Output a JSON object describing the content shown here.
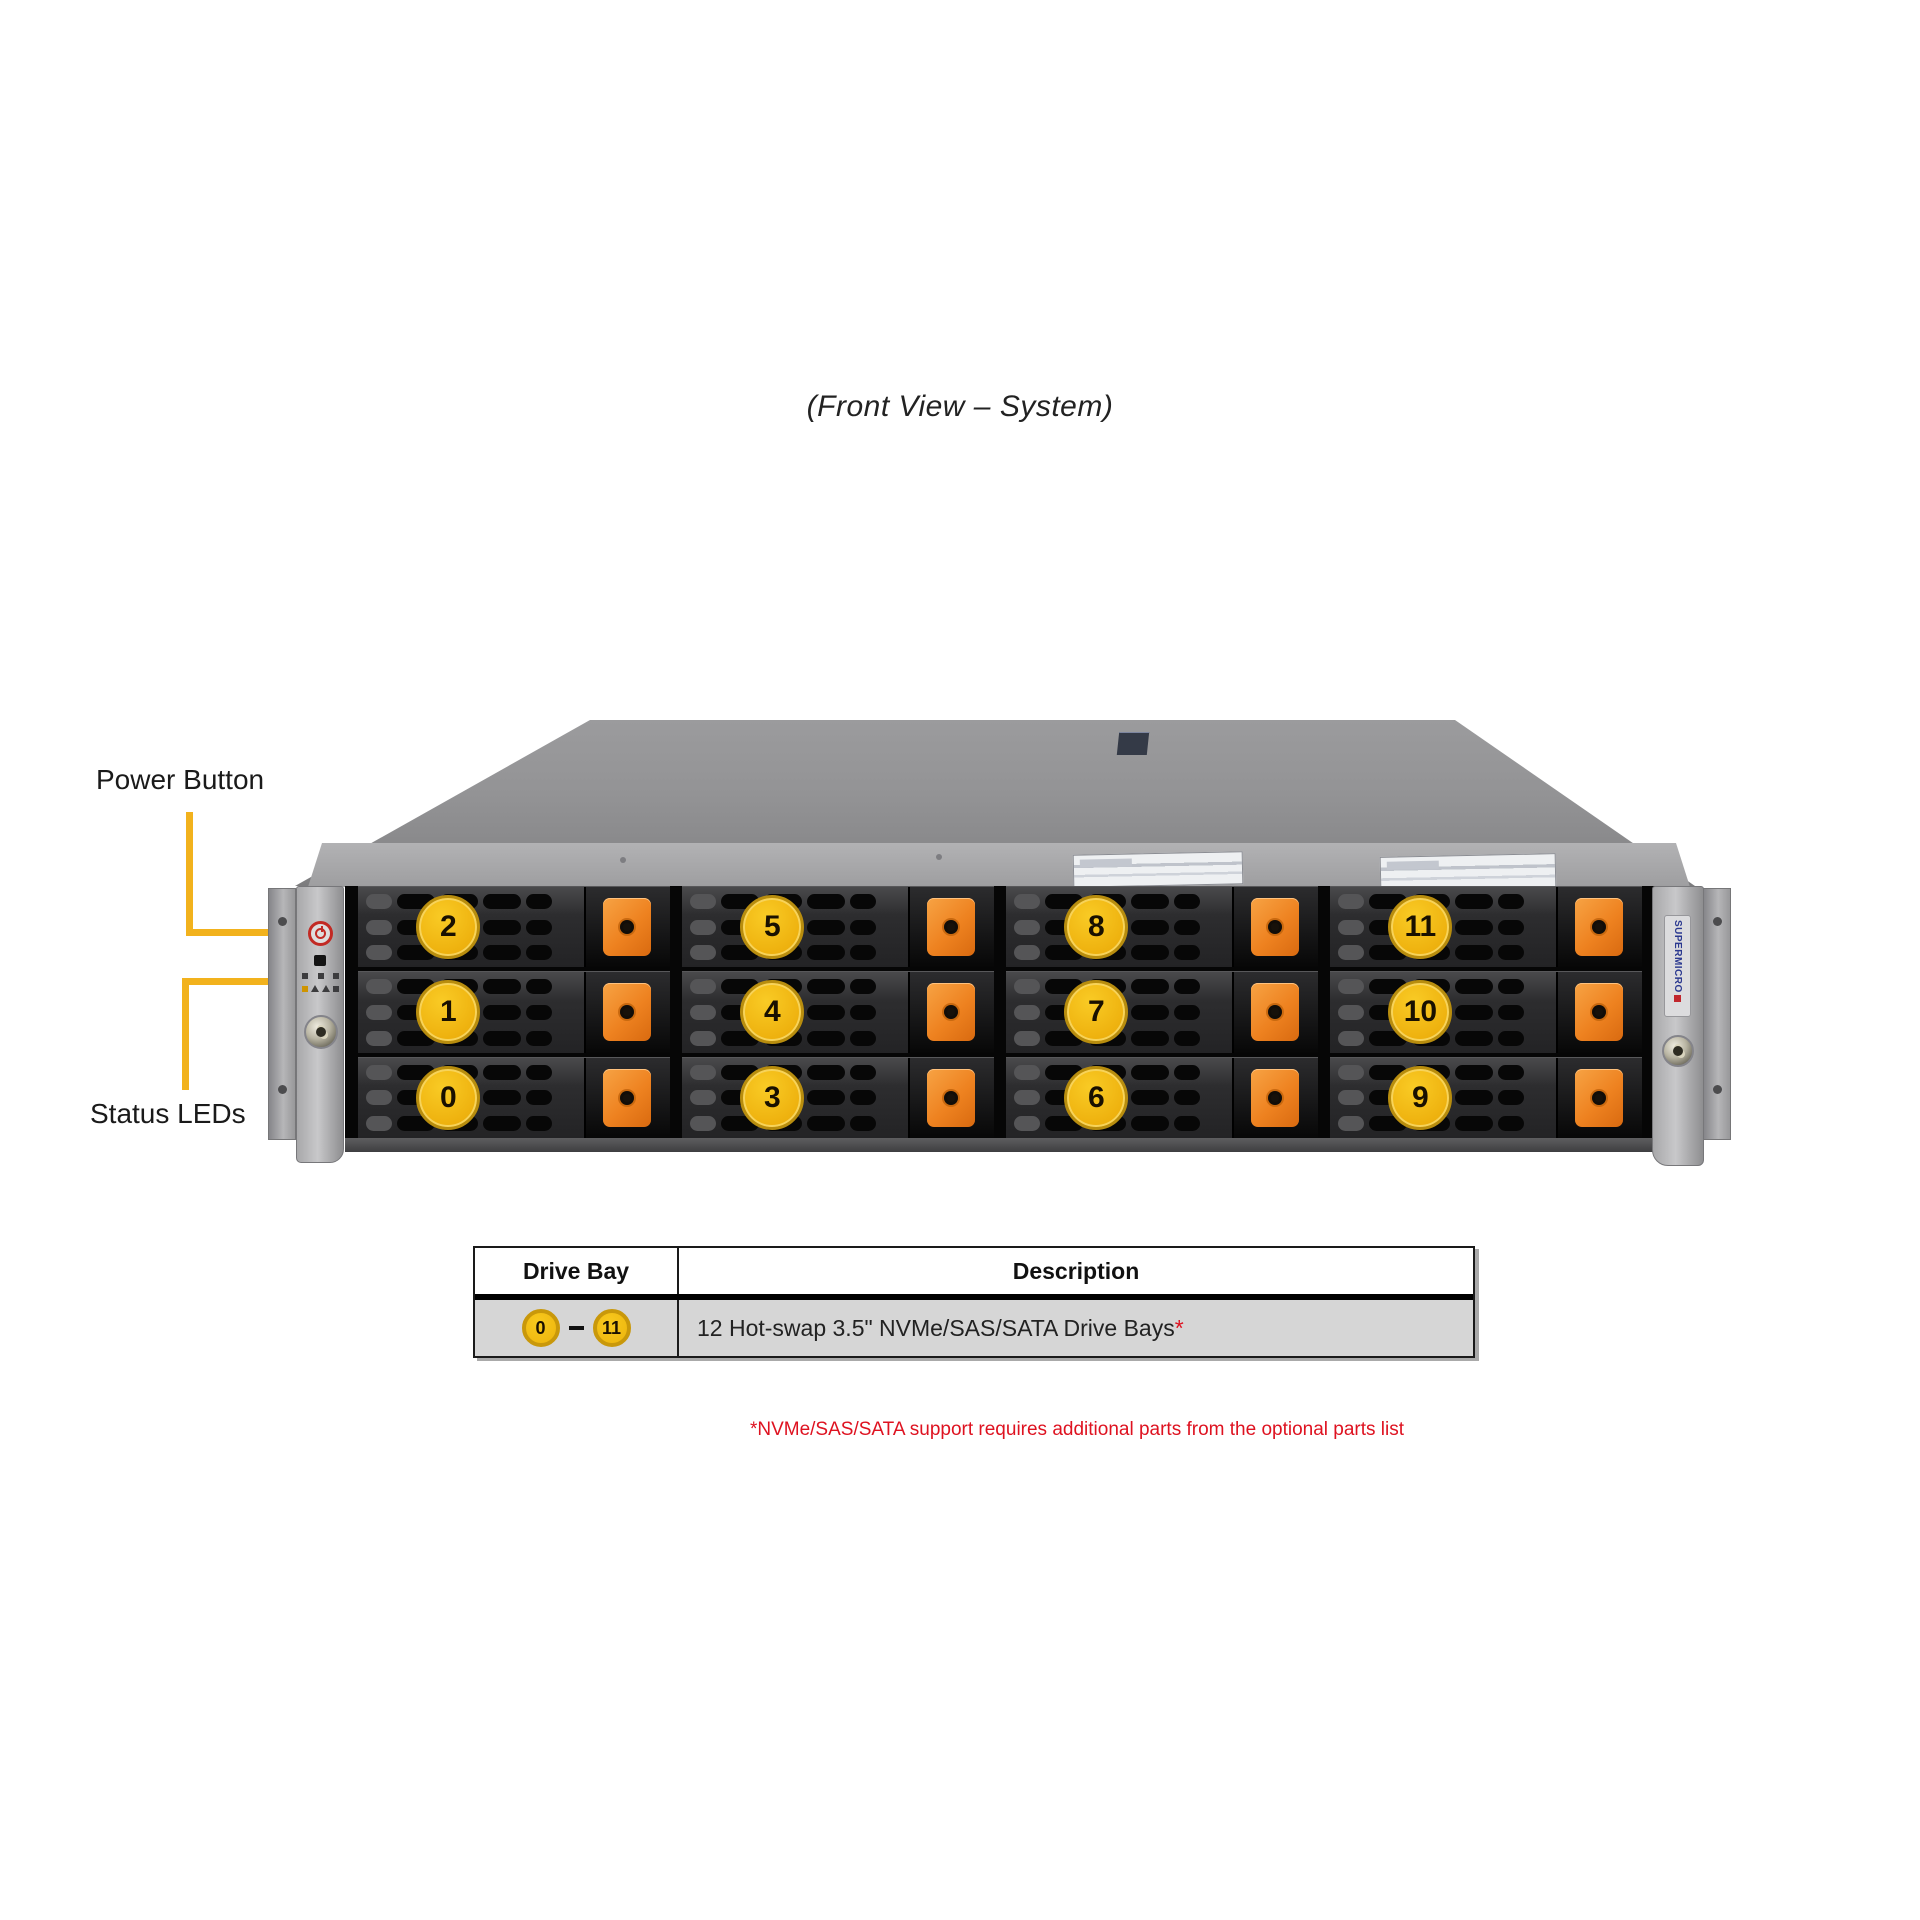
{
  "title": "(Front View – System)",
  "callouts": {
    "power_button": "Power Button",
    "status_leds": "Status LEDs"
  },
  "chassis": {
    "brand": "SUPERMICRO",
    "bay_rows": [
      [
        "2",
        "5",
        "8",
        "11"
      ],
      [
        "1",
        "4",
        "7",
        "10"
      ],
      [
        "0",
        "3",
        "6",
        "9"
      ]
    ]
  },
  "table": {
    "headers": [
      "Drive Bay",
      "Description"
    ],
    "row": {
      "range_start": "0",
      "range_end": "11",
      "description": "12 Hot-swap 3.5\" NVMe/SAS/SATA Drive Bays",
      "asterisk": "*"
    }
  },
  "footnote": "*NVMe/SAS/SATA support requires additional parts from the optional parts list",
  "colors": {
    "callout": "#F2B21D",
    "latch": "#EE8220",
    "power": "#C22A24",
    "brand": "#2B3990",
    "footnote": "#DE1220"
  }
}
